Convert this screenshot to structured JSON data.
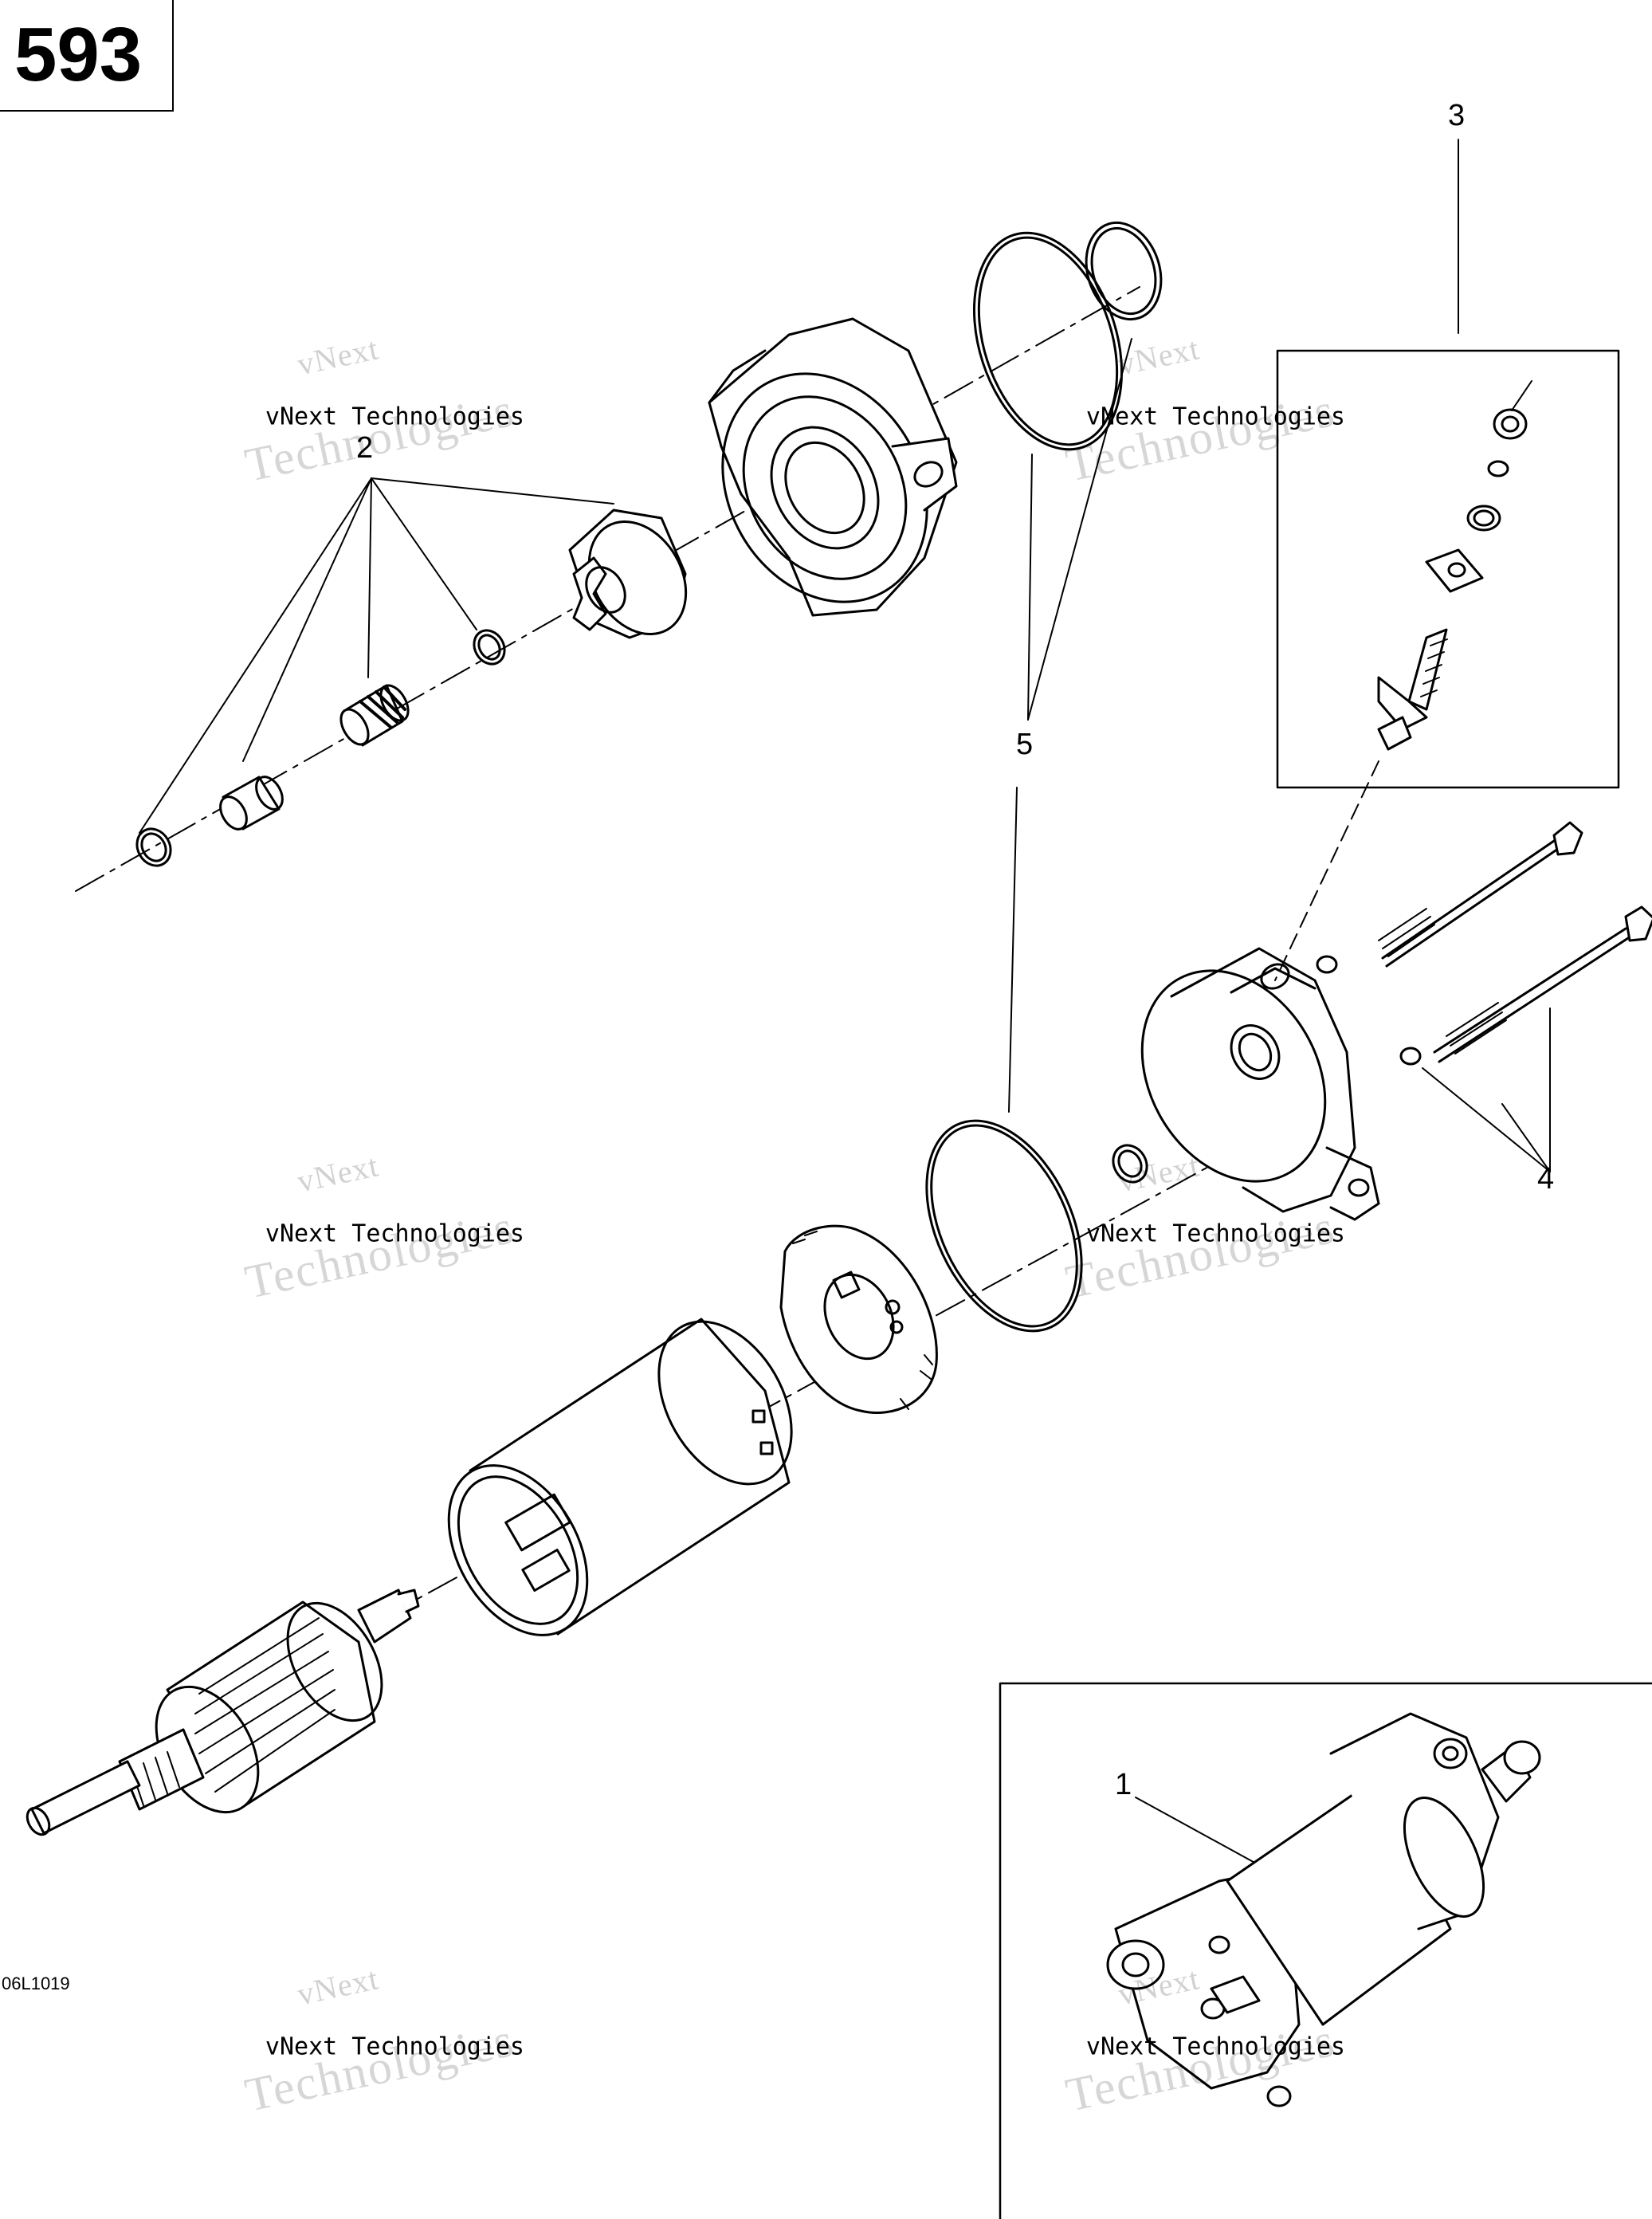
{
  "page_number": "593",
  "drawing_code": "06L1019",
  "callouts": {
    "c1": "1",
    "c2": "2",
    "c3": "3",
    "c4": "4",
    "c5": "5"
  },
  "watermark": {
    "small": "vNext",
    "text": "vNext Technologies",
    "large": "Technologies"
  }
}
